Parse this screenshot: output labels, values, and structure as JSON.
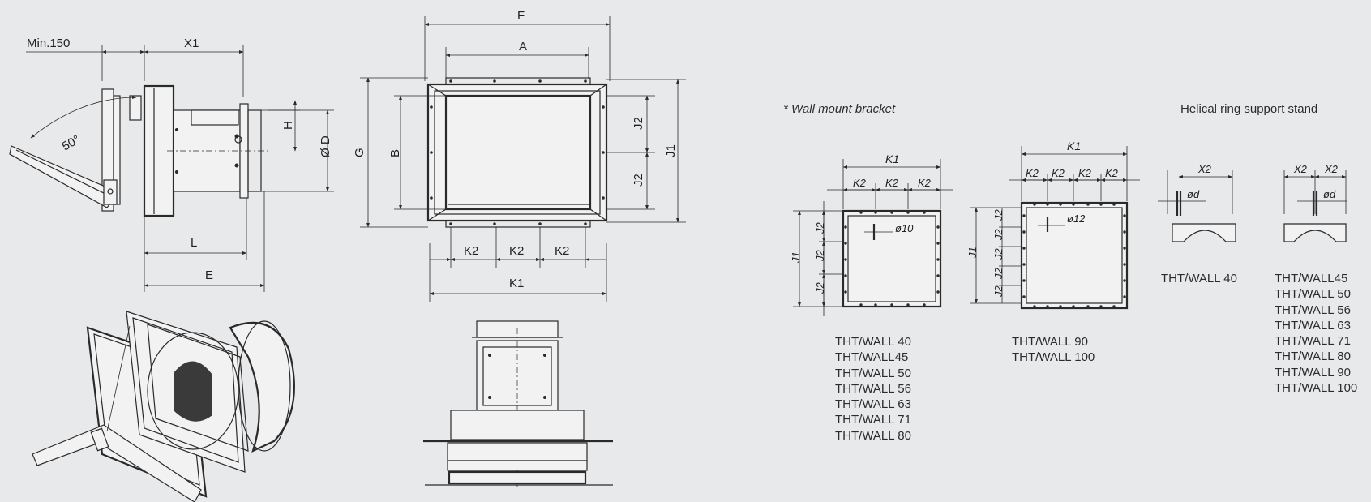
{
  "dimensions": {
    "min150": "Min.150",
    "x1": "X1",
    "angle": "50°",
    "h": "H",
    "od": "Ø D",
    "l": "L",
    "e": "E",
    "f": "F",
    "a": "A",
    "g": "G",
    "b": "B",
    "j2": "J2",
    "j1": "J1",
    "k1": "K1",
    "k2": "K2"
  },
  "bracket": {
    "title": "* Wall mount bracket",
    "k1": "K1",
    "k2": "K2",
    "j1": "J1",
    "j2": "J2",
    "hole_small": "ø10",
    "hole_large": "ø12",
    "models_small": [
      "THT/WALL 40",
      "THT/WALL45",
      "THT/WALL 50",
      "THT/WALL 56",
      "THT/WALL 63",
      "THT/WALL 71",
      "THT/WALL 80"
    ],
    "models_large": [
      "THT/WALL 90",
      "THT/WALL 100"
    ]
  },
  "stand": {
    "title": "Helical ring support stand",
    "x2": "X2",
    "od": "ød",
    "models_single": [
      "THT/WALL 40"
    ],
    "models_double": [
      "THT/WALL45",
      "THT/WALL 50",
      "THT/WALL 56",
      "THT/WALL 63",
      "THT/WALL 71",
      "THT/WALL 80",
      "THT/WALL 90",
      "THT/WALL 100"
    ]
  }
}
